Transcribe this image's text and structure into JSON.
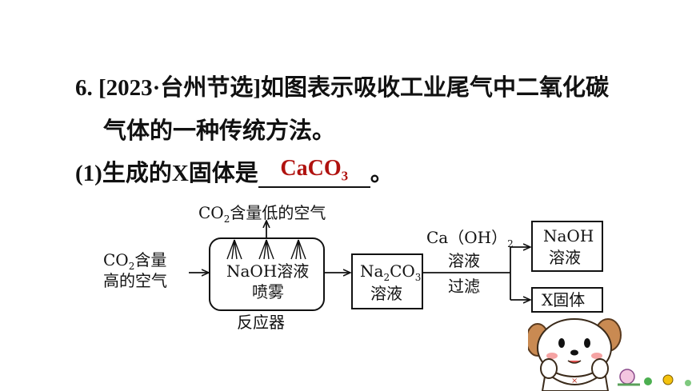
{
  "question": {
    "number": "6.",
    "source": "[2023·台州节选]",
    "text_line1": "如图表示吸收工业尾气中二氧化碳",
    "text_line2": "气体的一种传统方法。",
    "sub1_prefix": "(1)生成的X固体是",
    "sub1_suffix": "。",
    "answer_main": "CaCO",
    "answer_sub": "3"
  },
  "diagram": {
    "top_label_a": "CO",
    "top_label_sub": "2",
    "top_label_b": "含量低的空气",
    "input_a": "CO",
    "input_sub": "2",
    "input_b": "含量",
    "input_line2": "高的空气",
    "reactor_line1": "NaOH溶液",
    "reactor_line2": "喷雾",
    "reactor_label": "反应器",
    "na2co3_a": "Na",
    "na2co3_sub1": "2",
    "na2co3_b": "CO",
    "na2co3_sub2": "3",
    "na2co3_line2": "溶液",
    "reagent_line1": "Ca（OH）",
    "reagent_sub": "2",
    "reagent_line2": "溶液",
    "reagent_line3": "过滤",
    "out1_line1": "NaOH",
    "out1_line2": "溶液",
    "out2": "X固体"
  },
  "colors": {
    "answer": "#b0120f",
    "text": "#111111"
  }
}
